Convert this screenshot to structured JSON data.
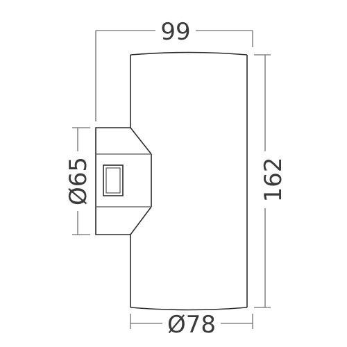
{
  "dimensions": {
    "width_label": "99",
    "height_label": "162",
    "mount_diameter_label": "Ø65",
    "body_diameter_label": "Ø78"
  },
  "colors": {
    "outline": "#2b2b2b",
    "dimension": "#6f6f6f",
    "text": "#3a3a3a",
    "background": "#ffffff"
  }
}
